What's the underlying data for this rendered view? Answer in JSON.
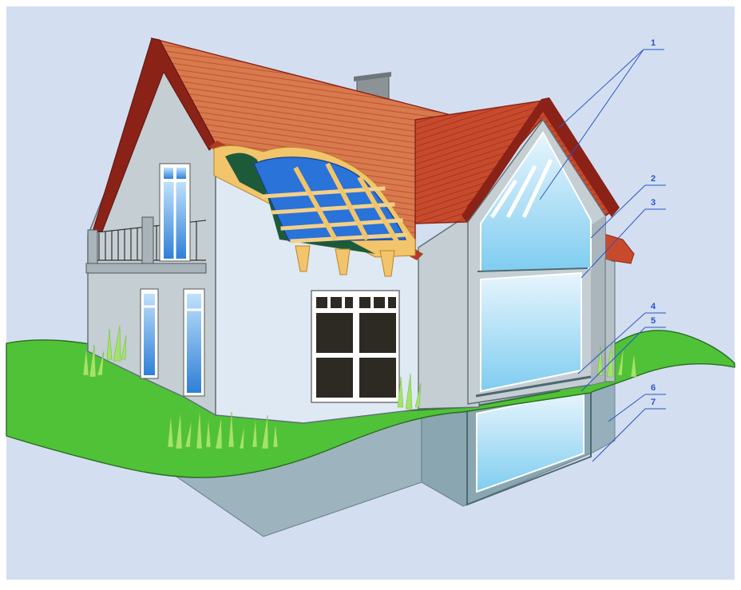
{
  "colors": {
    "sky": "#d3dff0",
    "frame": "#ffffff",
    "grass": "#4fc238",
    "grass_tuft": "#9ee05a",
    "wall": "#c3cdd2",
    "wall_light": "#e0e9f3",
    "wall_shadow": "#a8b3ba",
    "roof_tiles": "#d8784d",
    "roof_edge": "#8b2218",
    "roof_dark": "#b33a24",
    "foundation": "#9bb3bd",
    "foundation_dark": "#86a0ab",
    "window_glass": "#3d8edb",
    "window_dark": "#2c2a22",
    "insulation_panel": "#2a73d8",
    "timber": "#f2c46b",
    "membrane": "#1d5a3a",
    "glass_cut": "#bfe3f7",
    "callout": "#2a55c9"
  },
  "callouts": [
    {
      "label": "1"
    },
    {
      "label": "2"
    },
    {
      "label": "3"
    },
    {
      "label": "4"
    },
    {
      "label": "5"
    },
    {
      "label": "6"
    },
    {
      "label": "7"
    }
  ]
}
